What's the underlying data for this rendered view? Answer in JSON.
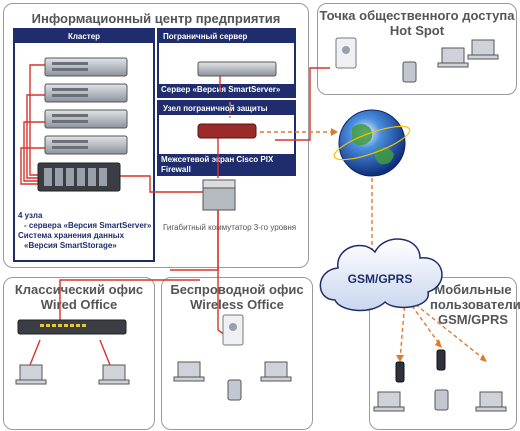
{
  "panels": {
    "info_center": {
      "title": "Информационный центр предприятия"
    },
    "hotspot": {
      "title_line1": "Точка общественного доступа",
      "title_line2": "Hot Spot"
    },
    "wired": {
      "title_line1": "Классический офис",
      "title_line2": "Wired Office"
    },
    "wireless": {
      "title_line1": "Беспроводной офис",
      "title_line2": "Wireless Office"
    },
    "mobile": {
      "title_line1": "Мобильные",
      "title_line2": "пользователи",
      "title_line3": "GSM/GPRS"
    }
  },
  "cluster": {
    "header": "Кластер",
    "note_line1": "4 узла",
    "note_line2": "- сервера «Версия SmartServer»",
    "note_line3": "Система хранения данных",
    "note_line4": "«Версия SmartStorage»"
  },
  "border_server": {
    "header": "Пограничный сервер",
    "label": "Сервер «Версия SmartServer»"
  },
  "border_protection": {
    "header": "Узел пограничной защиты",
    "label_line1": "Межсетевой экран Cisco PIX",
    "label_line2": "Firewall"
  },
  "switch": {
    "label": "Гигабитный коммутатор 3-го уровня"
  },
  "cloud": {
    "label": "GSM/GPRS"
  },
  "colors": {
    "navy": "#1f2d6e",
    "red_link": "#d9322b",
    "orange_link": "#e07a2a"
  }
}
